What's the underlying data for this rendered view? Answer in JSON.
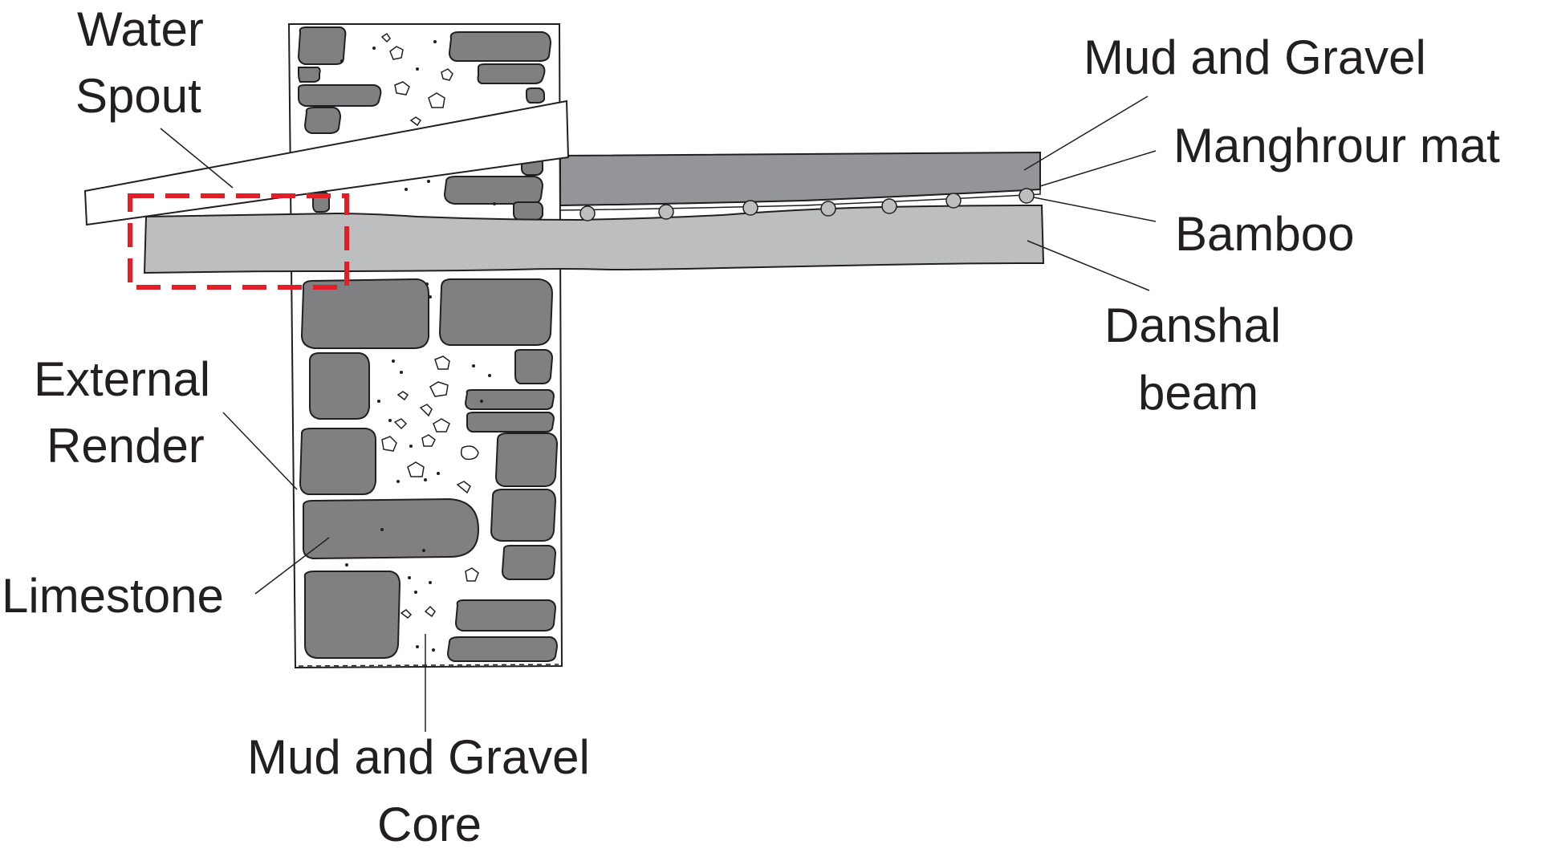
{
  "labels": {
    "water_spout_line1": "Water",
    "water_spout_line2": "Spout",
    "mud_gravel_top": "Mud and Gravel",
    "manghrour_mat": "Manghrour mat",
    "bamboo": "Bamboo",
    "danshal_line1": "Danshal",
    "danshal_line2": "beam",
    "external_line1": "External",
    "external_line2": "Render",
    "limestone": "Limestone",
    "core_line1": "Mud and Gravel",
    "core_line2": "Core"
  },
  "colors": {
    "stone": "#808083",
    "mud_layer": "#939598",
    "beam": "#bcbec0",
    "bamboo": "#bcbec0",
    "outline": "#231f20",
    "highlight": "#e21f26"
  }
}
